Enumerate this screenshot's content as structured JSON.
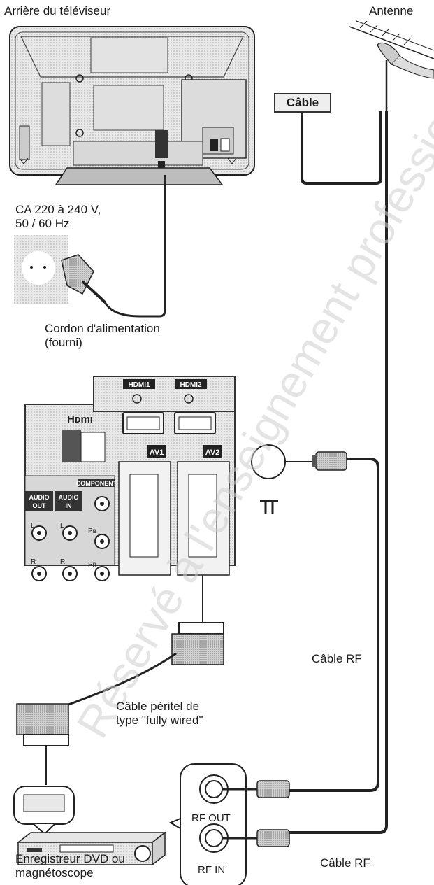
{
  "labels": {
    "tv_back": "Arrière du téléviseur",
    "antenna": "Antenne",
    "cable_tag": "Câble",
    "power_l1": "CA 220 à 240 V,",
    "power_l2": "50 / 60 Hz",
    "cord_l1": "Cordon d'alimentation",
    "cord_l2": "(fourni)",
    "rf_cable_1": "Câble RF",
    "rf_cable_2": "Câble RF",
    "scart_l1": "Câble péritel de",
    "scart_l2": "type \"fully wired\"",
    "recorder_l1": "Enregistreur DVD ou",
    "recorder_l2": "magnétoscope",
    "rf_out": "RF OUT",
    "rf_in": "RF IN"
  },
  "panel": {
    "hdmi1": "HDMI1",
    "hdmi2": "HDMI2",
    "hdmi_logo": "Hᴅmı",
    "component": "COMPONENT",
    "audio_out_l1": "AUDIO",
    "audio_out_l2": "OUT",
    "audio_in_l1": "AUDIO",
    "audio_in_l2": "IN",
    "av1": "AV1",
    "av2": "AV2",
    "l1": "L",
    "r1": "R",
    "l2": "L",
    "r2": "R",
    "pb": "Pʙ",
    "pr": "Pʀ"
  },
  "watermark": "Réservé à l'enseignement professionnel",
  "colors": {
    "line": "#222222",
    "panel_fill": "#e6e6e6",
    "dark_fill": "#2a2a2a"
  }
}
